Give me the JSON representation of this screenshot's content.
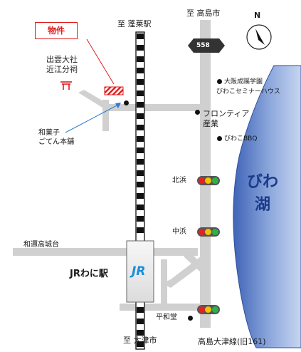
{
  "labels": {
    "to_horaieki": "至 蓬莱駅",
    "to_takashimashi": "至 高島市",
    "to_otsushi": "至 大津市",
    "route_number": "558",
    "property": "物件",
    "shrine": "出雲大社\n近江分祠",
    "wagashi": "和菓子\nごてん本舗",
    "osaka_seikei": "大阪成蹊学園",
    "biwako_seminar_house": "びわこセミナーハウス",
    "frontier_sangyo": "フロンティア\n産業",
    "biwako_bbq": "びわこBBQ",
    "kitahama": "北浜",
    "nakahama": "中浜",
    "wani_takashirodai": "和邇高城台",
    "jr_wani_station": "JRわに駅",
    "jr_logo": "JR",
    "heiwado": "平和堂",
    "takashima_otsu_line": "高島大津線(旧161)",
    "lake_biwa": "びわ\n湖",
    "north": "N"
  },
  "colors": {
    "road": "#cfcfcf",
    "rail": "#111111",
    "lake_fill": "#6a8ed0",
    "lake_text": "#1a3a8a",
    "property_red": "#e21a1a",
    "signal_red": "#e62020",
    "signal_yellow": "#f2c200",
    "signal_green": "#2bb34a"
  }
}
